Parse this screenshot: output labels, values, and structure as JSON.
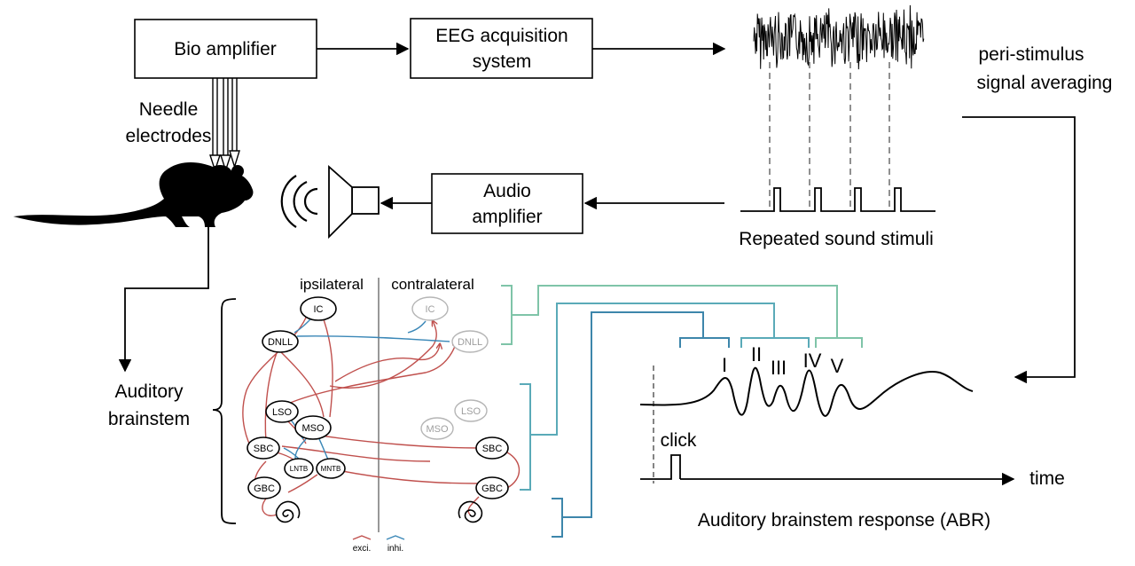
{
  "boxes": {
    "bio_amplifier": "Bio amplifier",
    "eeg_line1": "EEG acquisition",
    "eeg_line2": "system",
    "audio_line1": "Audio",
    "audio_line2": "amplifier"
  },
  "labels": {
    "needle_line1": "Needle",
    "needle_line2": "electrodes",
    "peri_line1": "peri-stimulus",
    "peri_line2": "signal averaging",
    "repeated": "Repeated sound stimuli",
    "auditory_line1": "Auditory",
    "auditory_line2": "brainstem",
    "ipsilateral": "ipsilateral",
    "contralateral": "contralateral",
    "click": "click",
    "time": "time",
    "abr_title": "Auditory brainstem response (ABR)",
    "legend_exci": "exci.",
    "legend_inhi": "inhi."
  },
  "nodes_ipsi": {
    "ic": "IC",
    "dnll": "DNLL",
    "lso": "LSO",
    "mso": "MSO",
    "sbc": "SBC",
    "lntb": "LNTB",
    "mntb": "MNTB",
    "gbc": "GBC"
  },
  "nodes_contra": {
    "ic": "IC",
    "dnll": "DNLL",
    "lso": "LSO",
    "mso": "MSO",
    "sbc": "SBC",
    "gbc": "GBC"
  },
  "waves": [
    "I",
    "II",
    "III",
    "IV",
    "V"
  ],
  "colors": {
    "excitatory": "#c0504d",
    "inhibitory": "#3a87b7",
    "bracket_top": "#7fc4a8",
    "bracket_mid": "#5aaab8",
    "bracket_low": "#3d86ab"
  }
}
